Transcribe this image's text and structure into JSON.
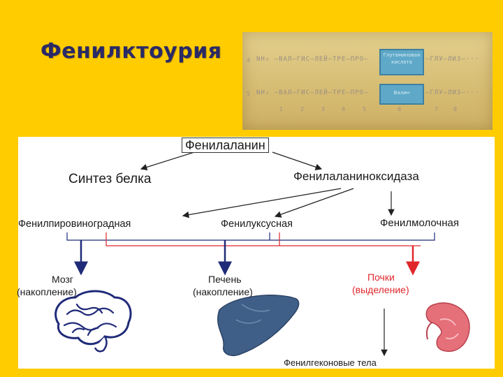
{
  "title": "Фенилктоурия",
  "photo": {
    "row1_num": "4",
    "row1_text": "NH₂ —ВАЛ—ГИС—ЛЕЙ—ТРЕ—ПРО—",
    "row1_box": "Глутаминовая кислота",
    "row1_tail": "—ГЛУ—ЛИЗ—···",
    "row2_num": "5",
    "row2_text": "NH₂ —ВАЛ—ГИС—ЛЕЙ—ТРЕ—ПРО—",
    "row2_box": "Валин",
    "row2_tail": "—ГЛУ—ЛИЗ—···",
    "indices": [
      "1",
      "2",
      "3",
      "4",
      "5",
      "6",
      "7",
      "8"
    ]
  },
  "diagram": {
    "root": "Фенилаланин",
    "left_branch": "Синтез белка",
    "right_branch": "Фенилаланиноксидаза",
    "product_1": "Фенилпировиноградная",
    "product_2": "Фенилуксусная",
    "product_3": "Фенилмолочная",
    "organ_1_name": "Мозг",
    "organ_1_note": "(накопление)",
    "organ_2_name": "Печень",
    "organ_2_note": "(накопление)",
    "organ_3_name": "Почки",
    "organ_3_note": "(выделение)",
    "final": "Фенилгеконовые тела",
    "colors": {
      "navy": "#1F2A78",
      "red": "#E0262B",
      "liver": "#3F5F88",
      "kidney": "#E5707A"
    }
  }
}
